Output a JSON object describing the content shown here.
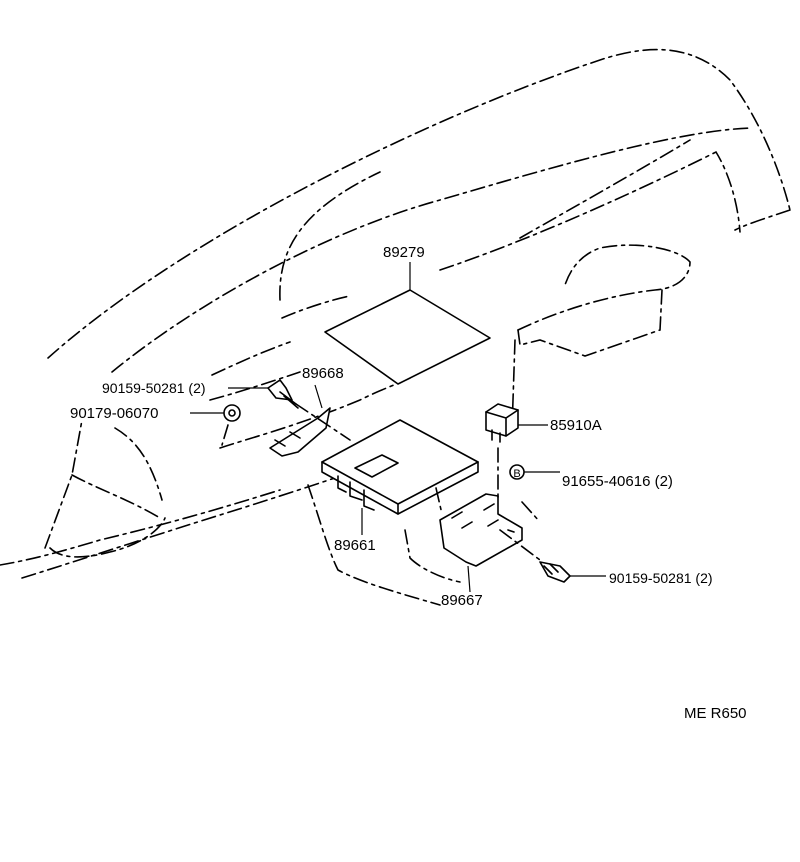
{
  "parts": {
    "p89279": "89279",
    "p89668": "89668",
    "p90159_top": "90159-50281 (2)",
    "p90179": "90179-06070",
    "p85910A": "85910A",
    "p91655": "91655-40616 (2)",
    "p89661": "89661",
    "p89667": "89667",
    "p90159_bottom": "90159-50281 (2)"
  },
  "callout_letter": "B",
  "reference_code": "ME  R650"
}
